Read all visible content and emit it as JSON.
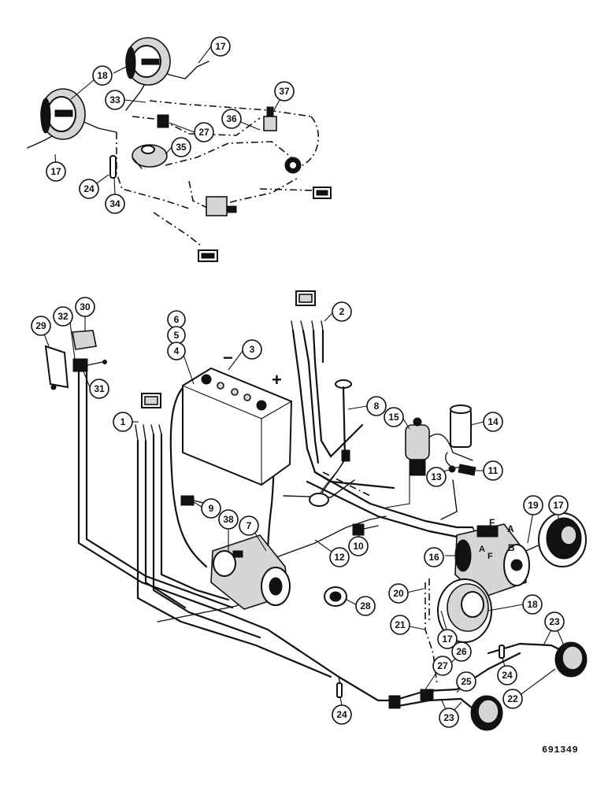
{
  "diagram": {
    "reference_number": "691349",
    "battery_symbols": {
      "negative": "−",
      "positive": "+"
    },
    "generator_terminals": [
      "F",
      "A",
      "B",
      "A",
      "F"
    ],
    "callouts": [
      {
        "id": "c17a",
        "label": "17"
      },
      {
        "id": "c18a",
        "label": "18"
      },
      {
        "id": "c33",
        "label": "33"
      },
      {
        "id": "c37",
        "label": "37"
      },
      {
        "id": "c36",
        "label": "36"
      },
      {
        "id": "c27a",
        "label": "27"
      },
      {
        "id": "c35",
        "label": "35"
      },
      {
        "id": "c17b",
        "label": "17"
      },
      {
        "id": "c24a",
        "label": "24"
      },
      {
        "id": "c34",
        "label": "34"
      },
      {
        "id": "c30",
        "label": "30"
      },
      {
        "id": "c32",
        "label": "32"
      },
      {
        "id": "c29",
        "label": "29"
      },
      {
        "id": "c31",
        "label": "31"
      },
      {
        "id": "c6",
        "label": "6"
      },
      {
        "id": "c5",
        "label": "5"
      },
      {
        "id": "c4",
        "label": "4"
      },
      {
        "id": "c3",
        "label": "3"
      },
      {
        "id": "c2",
        "label": "2"
      },
      {
        "id": "c1",
        "label": "1"
      },
      {
        "id": "c8",
        "label": "8"
      },
      {
        "id": "c15",
        "label": "15"
      },
      {
        "id": "c14",
        "label": "14"
      },
      {
        "id": "c11",
        "label": "11"
      },
      {
        "id": "c13",
        "label": "13"
      },
      {
        "id": "c9",
        "label": "9"
      },
      {
        "id": "c38",
        "label": "38"
      },
      {
        "id": "c7",
        "label": "7"
      },
      {
        "id": "c10",
        "label": "10"
      },
      {
        "id": "c12",
        "label": "12"
      },
      {
        "id": "c19",
        "label": "19"
      },
      {
        "id": "c17c",
        "label": "17"
      },
      {
        "id": "c16",
        "label": "16"
      },
      {
        "id": "c20",
        "label": "20"
      },
      {
        "id": "c18b",
        "label": "18"
      },
      {
        "id": "c28",
        "label": "28"
      },
      {
        "id": "c21",
        "label": "21"
      },
      {
        "id": "c17d",
        "label": "17"
      },
      {
        "id": "c23a",
        "label": "23"
      },
      {
        "id": "c26",
        "label": "26"
      },
      {
        "id": "c27b",
        "label": "27"
      },
      {
        "id": "c24b",
        "label": "24"
      },
      {
        "id": "c25",
        "label": "25"
      },
      {
        "id": "c22",
        "label": "22"
      },
      {
        "id": "c24c",
        "label": "24"
      },
      {
        "id": "c23b",
        "label": "23"
      }
    ]
  }
}
